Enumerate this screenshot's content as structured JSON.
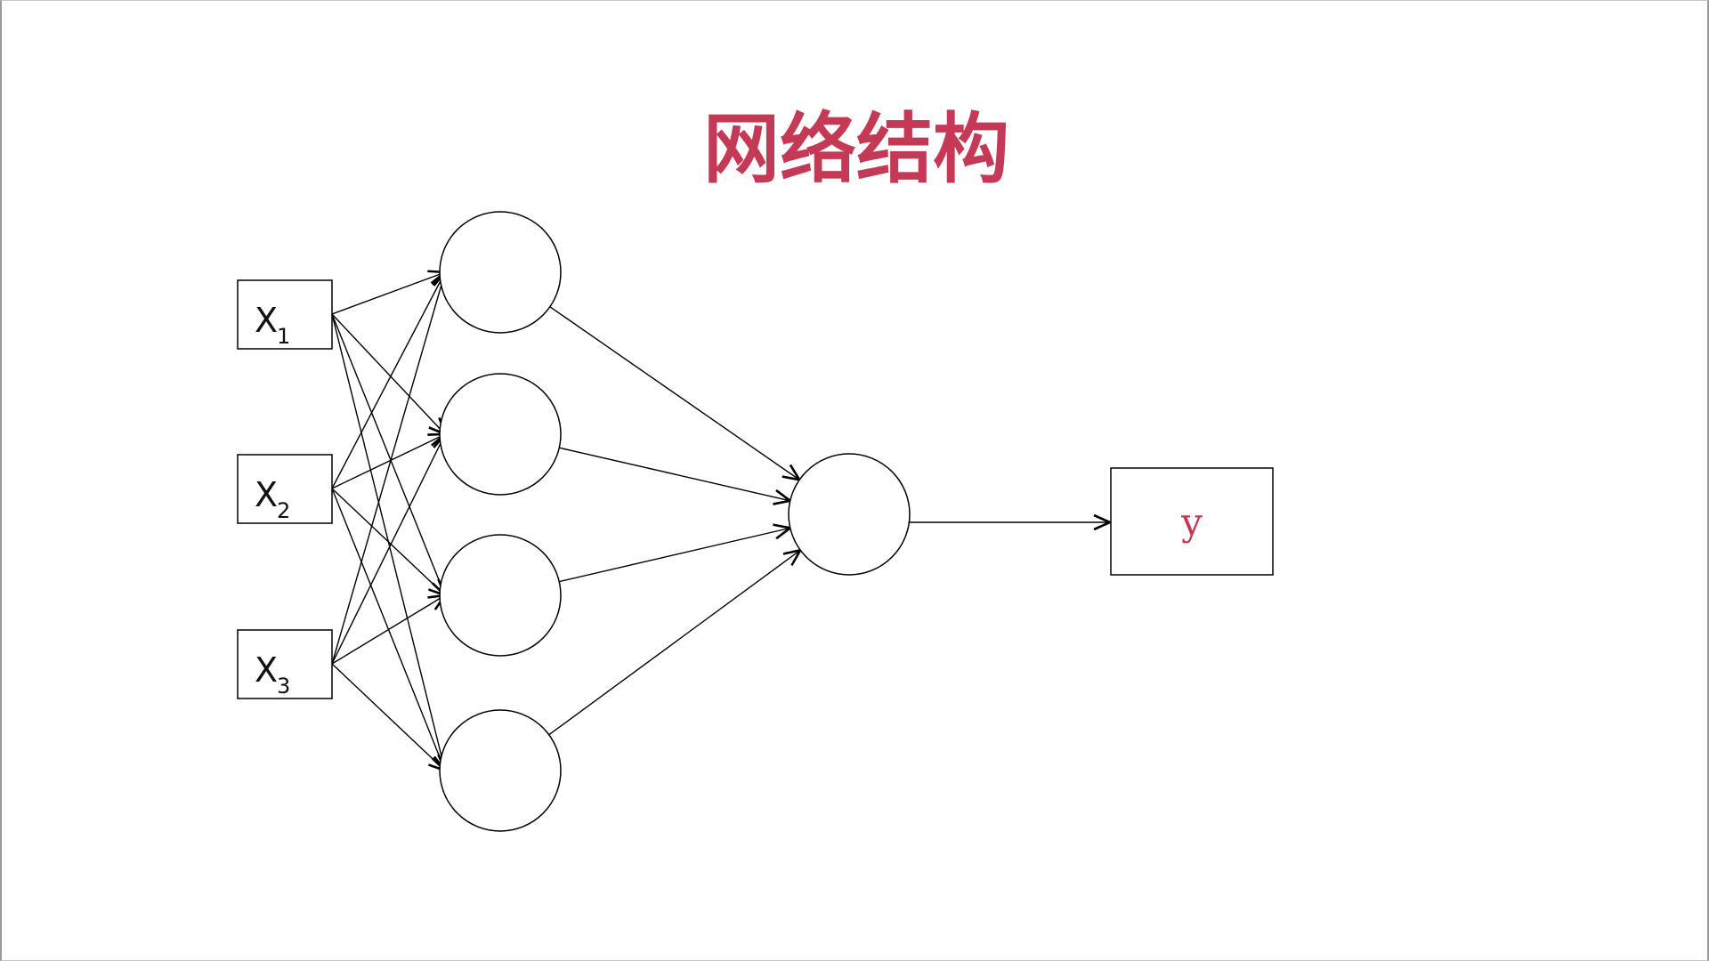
{
  "slide": {
    "title": "网络结构",
    "title_color": "#c43a56"
  },
  "diagram": {
    "inputs": [
      {
        "letter": "X",
        "subscript": "1"
      },
      {
        "letter": "X",
        "subscript": "2"
      },
      {
        "letter": "X",
        "subscript": "3"
      }
    ],
    "hidden_node_count": 4,
    "output_node_count": 1,
    "result_label": "y"
  }
}
